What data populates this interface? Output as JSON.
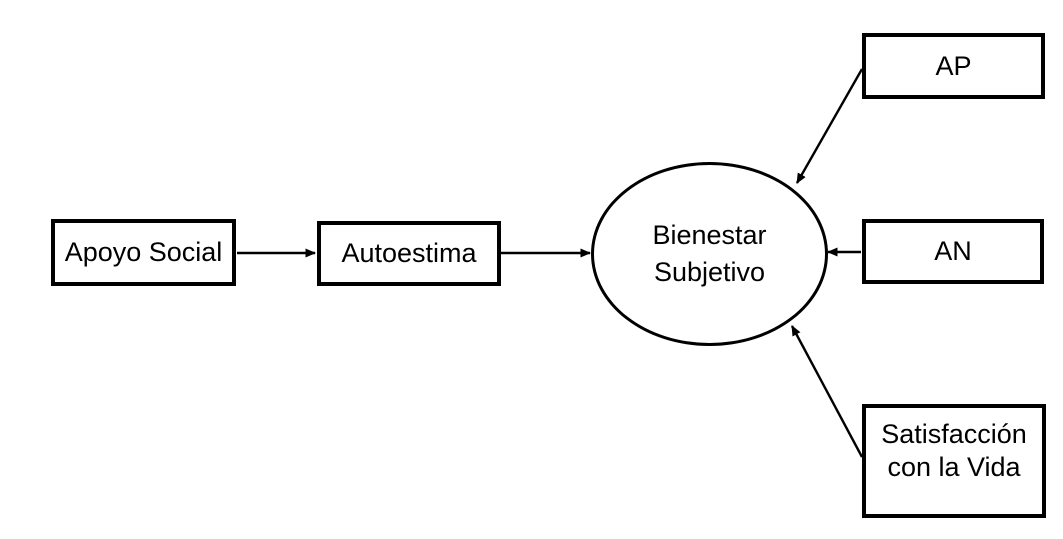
{
  "diagram": {
    "type": "path-diagram",
    "colors": {
      "background": "#ffffff",
      "line": "#000000",
      "text": "#000000",
      "node_fill": "#ffffff"
    },
    "nodes": {
      "apoyo_social": {
        "shape": "rectangle",
        "label": "Apoyo Social"
      },
      "autoestima": {
        "shape": "rectangle",
        "label": "Autoestima"
      },
      "bienestar_subjetivo": {
        "shape": "ellipse",
        "label_line1": "Bienestar",
        "label_line2": "Subjetivo"
      },
      "ap": {
        "shape": "rectangle",
        "label": "AP"
      },
      "an": {
        "shape": "rectangle",
        "label": "AN"
      },
      "satisfaccion_con_la_vida": {
        "shape": "rectangle",
        "label_line1": "Satisfacción",
        "label_line2": "con la Vida"
      }
    },
    "edges": [
      {
        "from": "apoyo_social",
        "to": "autoestima",
        "direction": "right"
      },
      {
        "from": "autoestima",
        "to": "bienestar_subjetivo",
        "direction": "right"
      },
      {
        "from": "ap",
        "to": "bienestar_subjetivo",
        "direction": "down-left"
      },
      {
        "from": "an",
        "to": "bienestar_subjetivo",
        "direction": "left"
      },
      {
        "from": "satisfaccion_con_la_vida",
        "to": "bienestar_subjetivo",
        "direction": "up-left"
      }
    ]
  }
}
